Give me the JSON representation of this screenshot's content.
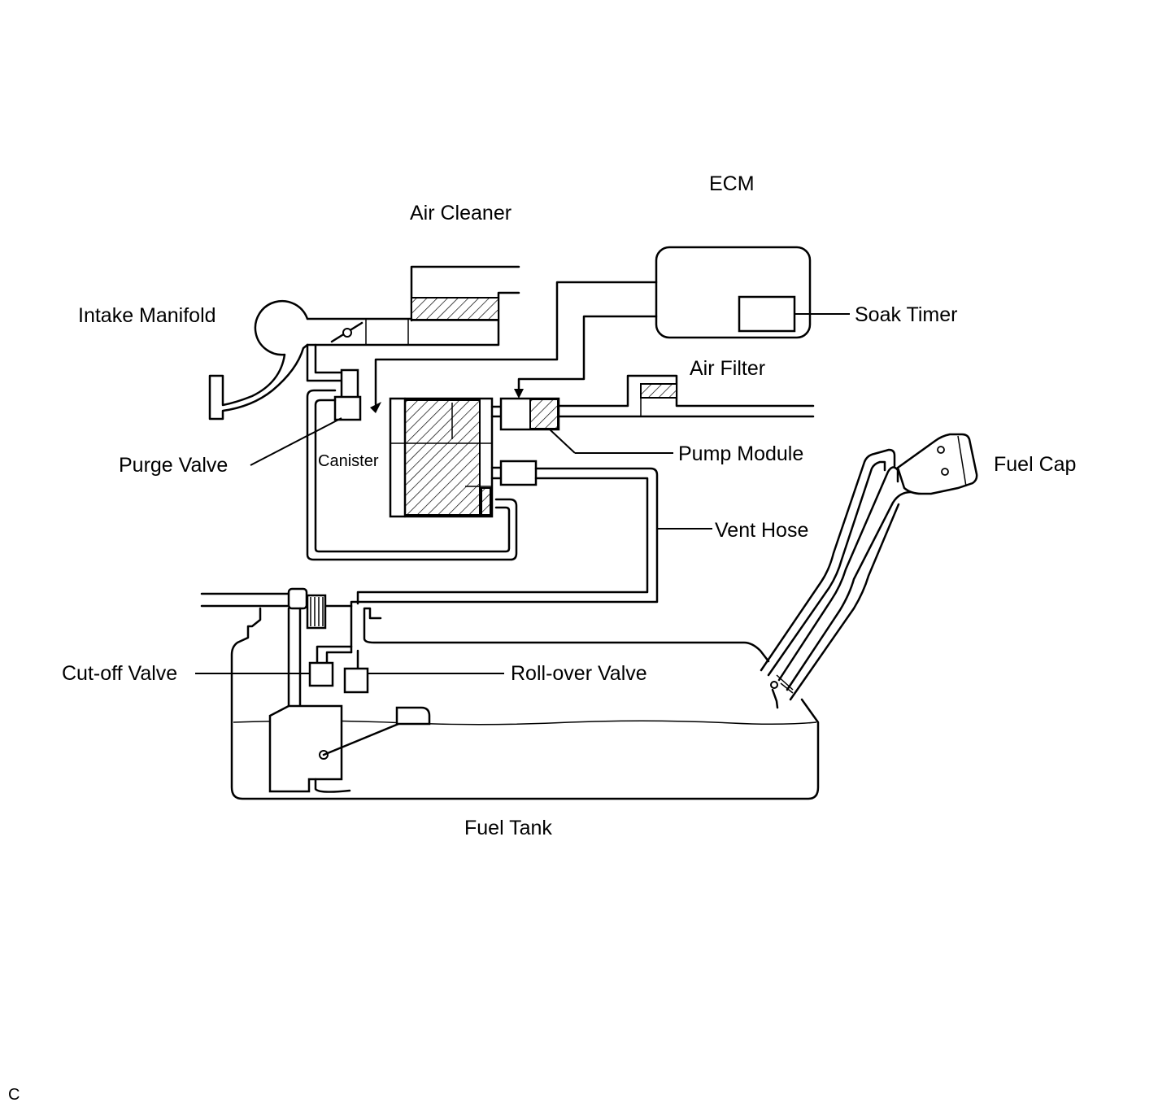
{
  "labels": {
    "ecm": "ECM",
    "air_cleaner": "Air Cleaner",
    "intake_manifold": "Intake Manifold",
    "soak_timer": "Soak Timer",
    "air_filter": "Air Filter",
    "pump_module": "Pump Module",
    "purge_valve": "Purge Valve",
    "canister": "Canister",
    "fuel_cap": "Fuel Cap",
    "vent_hose": "Vent Hose",
    "cutoff_valve": "Cut-off Valve",
    "rollover_valve": "Roll-over Valve",
    "fuel_tank": "Fuel Tank",
    "corner_code": "C"
  }
}
